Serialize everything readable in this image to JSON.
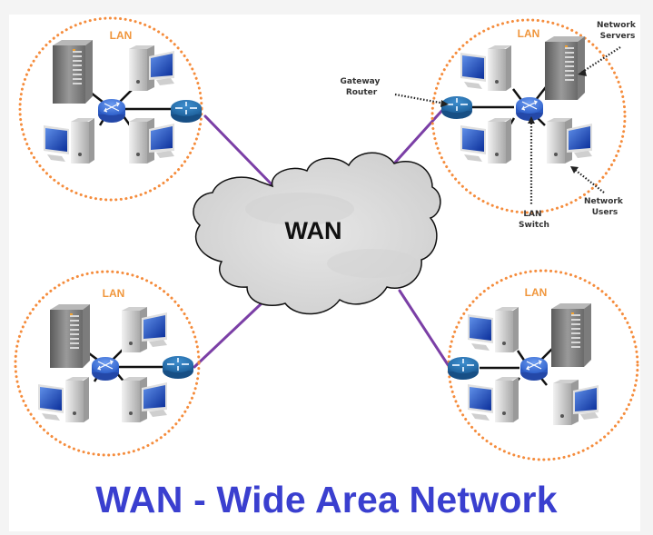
{
  "title": "WAN - Wide Area Network",
  "wan": {
    "label": "WAN"
  },
  "colors": {
    "title": "#3a3fcf",
    "lan_border": "#f58c3c",
    "wan_link": "#7b3fa6",
    "device_blue": "#2f6fd0",
    "cloud_fill": "#dcdcdc"
  },
  "lans": [
    {
      "id": "top-left",
      "label": "LAN"
    },
    {
      "id": "top-right",
      "label": "LAN"
    },
    {
      "id": "bottom-left",
      "label": "LAN"
    },
    {
      "id": "bottom-right",
      "label": "LAN"
    }
  ],
  "annotations": {
    "gateway_router": [
      "Gateway",
      "Router"
    ],
    "network_servers": [
      "Network",
      "Servers"
    ],
    "lan_switch": [
      "LAN",
      "Switch"
    ],
    "network_users": [
      "Network",
      "Users"
    ]
  }
}
